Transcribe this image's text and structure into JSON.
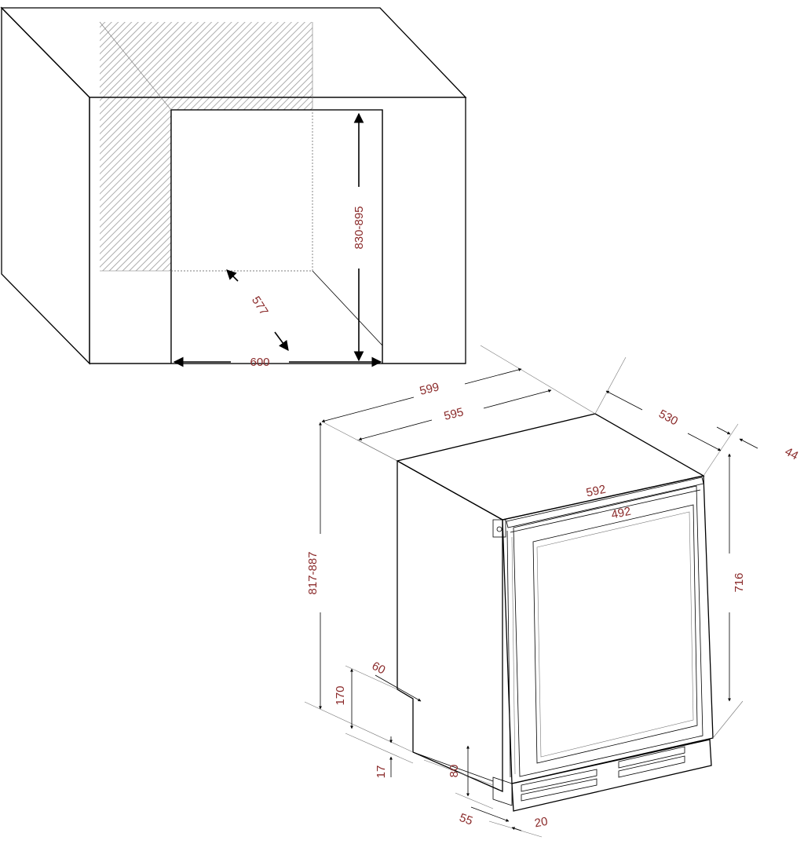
{
  "colors": {
    "dimension_text": "#8a2a2a",
    "line": "#000000",
    "background": "#ffffff"
  },
  "niche": {
    "height_label": "830-895",
    "depth_label": "577",
    "width_label": "600"
  },
  "appliance": {
    "outer_width_label": "599",
    "body_width_label": "595",
    "depth_label": "530",
    "door_thickness_label": "44",
    "door_width_label": "592",
    "glass_width_label": "492",
    "height_label": "817-887",
    "door_height_label": "716",
    "vent_depth_label": "60",
    "vent_height_label": "170",
    "plinth_offset_label": "17",
    "plinth_height_label": "80",
    "plinth_depth_label": "55",
    "plinth_recess_label": "20"
  }
}
